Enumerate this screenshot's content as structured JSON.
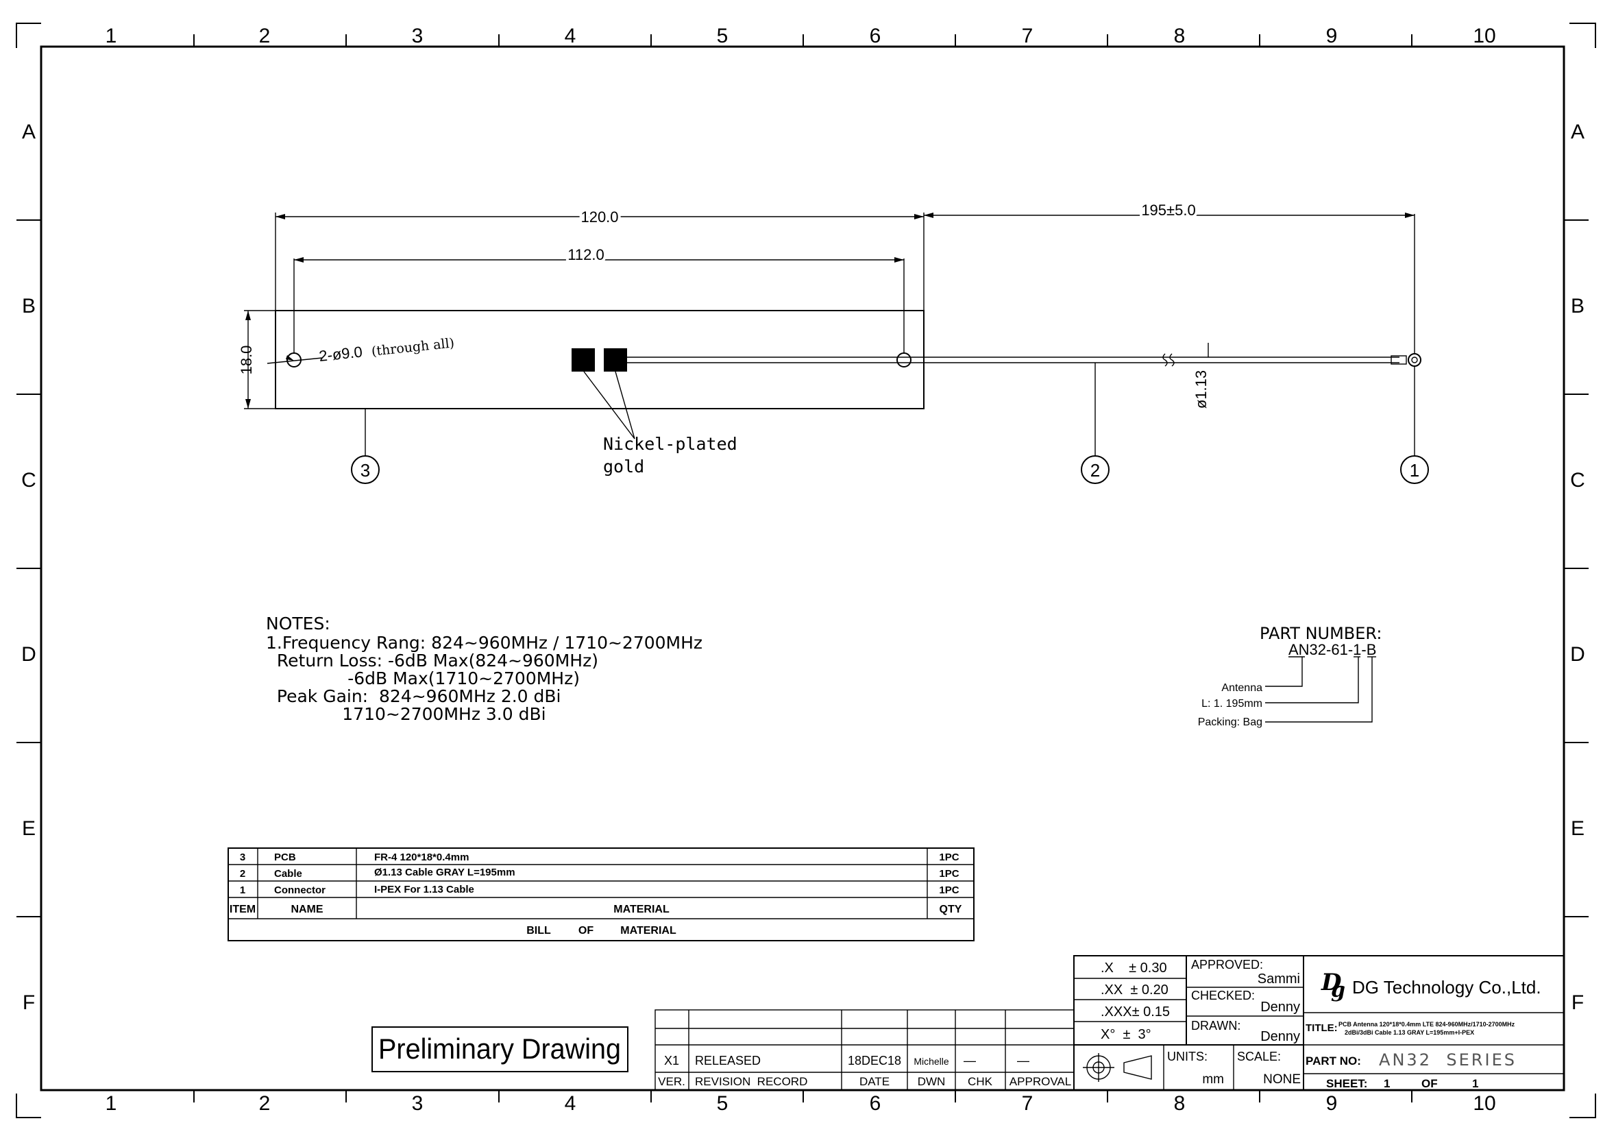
{
  "frame": {
    "col_labels": [
      "1",
      "2",
      "3",
      "4",
      "5",
      "6",
      "7",
      "8",
      "9",
      "10"
    ],
    "row_labels": [
      "A",
      "B",
      "C",
      "D",
      "E",
      "F"
    ]
  },
  "dimensions": {
    "length_120": "120.0",
    "length_112": "112.0",
    "cable_length": "195±5.0",
    "width_18": "18.0",
    "hole_note": "2-ø9.0",
    "hole_note_suffix": "(through all)",
    "cable_dia": "ø1.13",
    "pad_note_line1": "Nickel-plated",
    "pad_note_line2": "gold"
  },
  "balloons": [
    "3",
    "2",
    "1"
  ],
  "notes": {
    "heading": "NOTES:",
    "lines": [
      "1.Frequency Rang: 824~960MHz / 1710~2700MHz",
      "  Return Loss: -6dB Max(824~960MHz)",
      "               -6dB Max(1710~2700MHz)",
      "  Peak Gain:  824~960MHz 2.0 dBi",
      "              1710~2700MHz 3.0 dBi"
    ]
  },
  "part_number": {
    "heading": "PART NUMBER:",
    "value": "AN32-61-1-B",
    "callouts": [
      "Antenna",
      "L: 1. 195mm",
      "Packing: Bag"
    ]
  },
  "bom": {
    "rows": [
      {
        "item": "3",
        "name": "PCB",
        "material": "FR-4 120*18*0.4mm",
        "qty": "1PC"
      },
      {
        "item": "2",
        "name": "Cable",
        "material": "Ø1.13 Cable GRAY L=195mm",
        "qty": "1PC"
      },
      {
        "item": "1",
        "name": "Connector",
        "material": "I-PEX For 1.13 Cable",
        "qty": "1PC"
      }
    ],
    "header": {
      "item": "ITEM",
      "name": "NAME",
      "material": "MATERIAL",
      "qty": "QTY"
    },
    "footer": [
      "BILL",
      "OF",
      "MATERIAL"
    ]
  },
  "stamp": "Preliminary Drawing",
  "revision": {
    "row": {
      "ver": "X1",
      "record": "RELEASED",
      "date": "18DEC18",
      "dwn": "Michelle",
      "chk": "—",
      "approval": "—"
    },
    "header": {
      "ver": "VER.",
      "record": "REVISION  RECORD",
      "date": "DATE",
      "dwn": "DWN",
      "chk": "CHK",
      "approval": "APPROVAL"
    }
  },
  "title_block": {
    "tolerances": [
      ".X    ± 0.30",
      ".XX  ± 0.20",
      ".XXX± 0.15",
      "X°  ±  3°"
    ],
    "approved_label": "APPROVED:",
    "approved_by": "Sammi",
    "checked_label": "CHECKED:",
    "checked_by": "Denny",
    "drawn_label": "DRAWN:",
    "drawn_by": "Denny",
    "company": "DG Technology Co.,Ltd.",
    "title_label": "TITLE:",
    "title_line1": "PCB Antenna 120*18*0.4mm LTE 824-960MHz/1710-2700MHz",
    "title_line2": "2dBi/3dBi Cable 1.13 GRAY L=195mm+I-PEX",
    "units_label": "UNITS:",
    "units_value": "mm",
    "scale_label": "SCALE:",
    "scale_value": "NONE",
    "part_no_label": "PART NO:",
    "part_no_value": "AN32  SERIES",
    "sheet_label": "SHEET:",
    "sheet_num": "1",
    "sheet_of": "OF",
    "sheet_total": "1"
  }
}
